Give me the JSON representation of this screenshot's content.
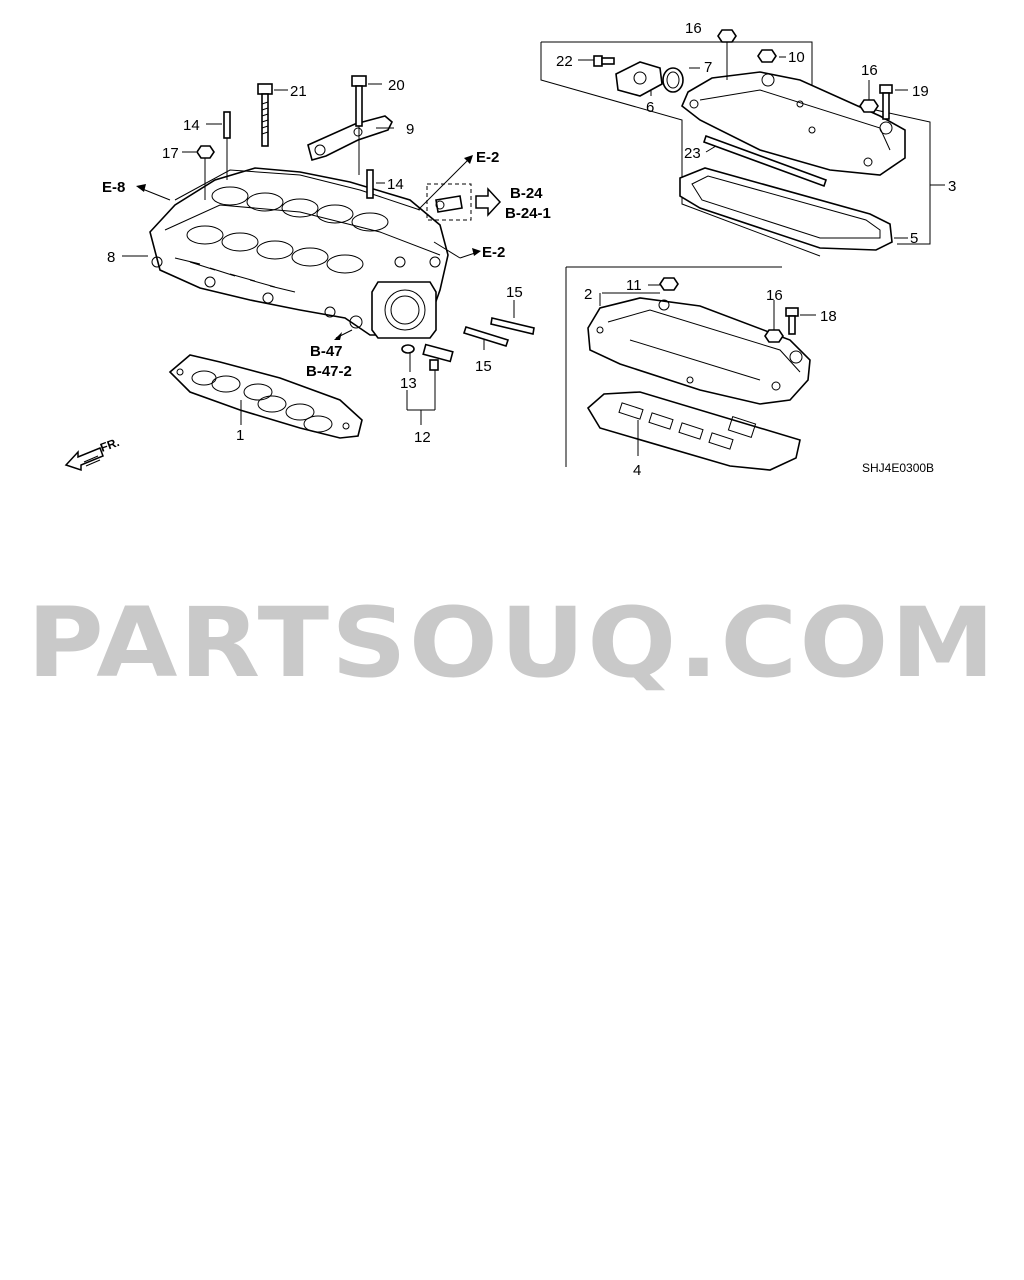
{
  "callouts": {
    "c1": "1",
    "c2": "2",
    "c3": "3",
    "c4": "4",
    "c5": "5",
    "c6": "6",
    "c7": "7",
    "c8": "8",
    "c9": "9",
    "c10": "10",
    "c11": "11",
    "c12": "12",
    "c13": "13",
    "c14a": "14",
    "c14b": "14",
    "c15a": "15",
    "c15b": "15",
    "c16a": "16",
    "c16b": "16",
    "c16c": "16",
    "c17": "17",
    "c18": "18",
    "c19": "19",
    "c20": "20",
    "c21": "21",
    "c22": "22",
    "c23": "23"
  },
  "refs": {
    "e8": "E-8",
    "e2a": "E-2",
    "e2b": "E-2",
    "b24": "B-24",
    "b241": "B-24-1",
    "b47": "B-47",
    "b472": "B-47-2"
  },
  "front_label": "FR.",
  "diagram_code": "SHJ4E0300B",
  "watermark": "PARTSOUQ.COM"
}
